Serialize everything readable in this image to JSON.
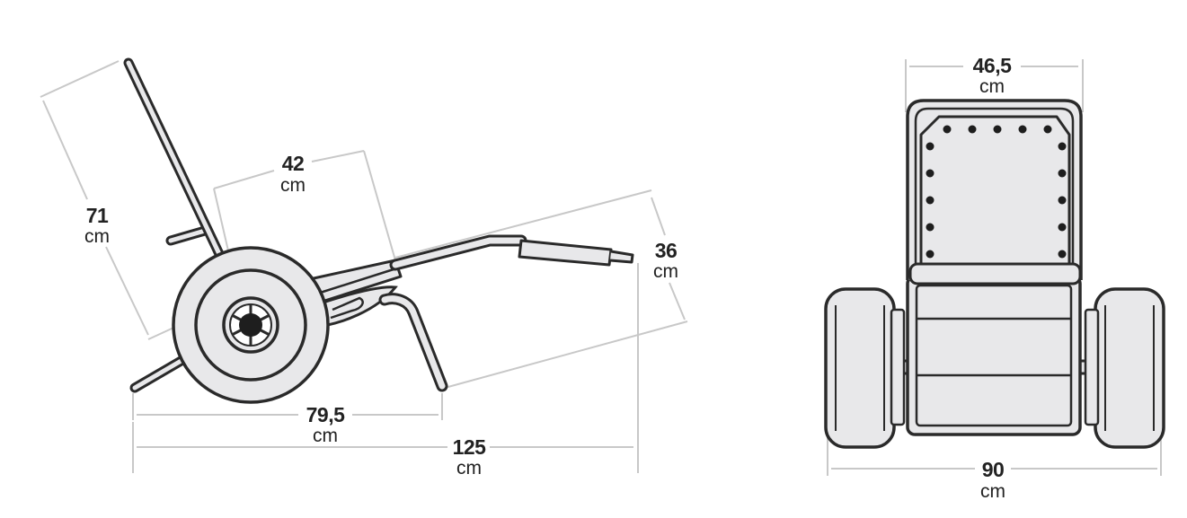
{
  "dimensions": {
    "height_71": {
      "value": "71",
      "unit": "cm"
    },
    "seat_42": {
      "value": "42",
      "unit": "cm"
    },
    "handle_36": {
      "value": "36",
      "unit": "cm"
    },
    "length_79_5": {
      "value": "79,5",
      "unit": "cm"
    },
    "length_125": {
      "value": "125",
      "unit": "cm"
    },
    "width_46_5": {
      "value": "46,5",
      "unit": "cm"
    },
    "width_90": {
      "value": "90",
      "unit": "cm"
    }
  },
  "colors": {
    "outline": "#2a2a2a",
    "fill": "#e8e8ea",
    "dimension_line": "#c8c8c8",
    "text": "#222222"
  }
}
